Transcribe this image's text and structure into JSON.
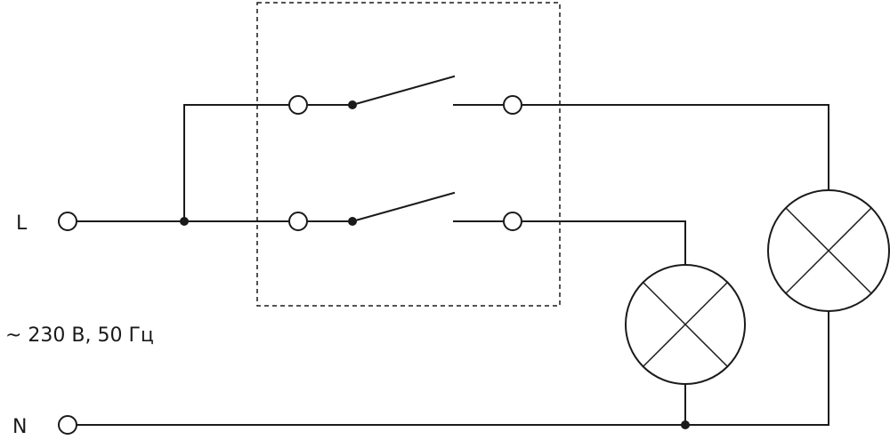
{
  "labels": {
    "phase": "L",
    "neutral": "N",
    "supply": "~ 230 В, 50 Гц"
  }
}
